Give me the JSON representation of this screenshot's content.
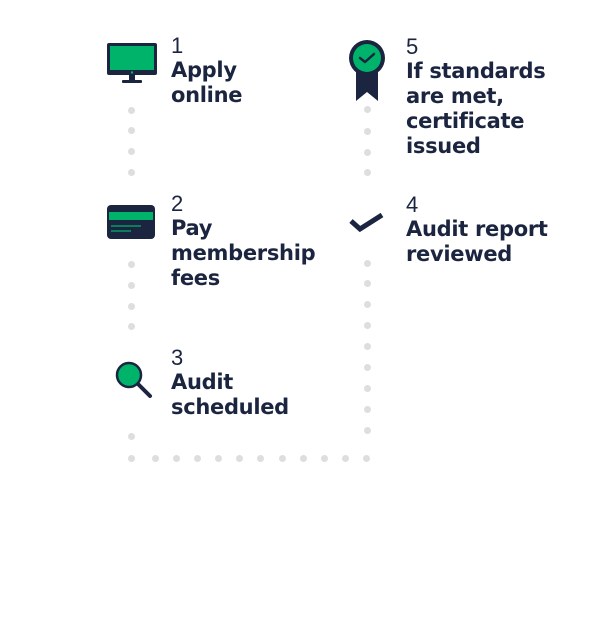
{
  "colors": {
    "navy": "#1b2540",
    "green": "#00b36b",
    "dots": "#dedede"
  },
  "steps": [
    {
      "number": "1",
      "label": "Apply\nonline",
      "icon": "monitor-icon"
    },
    {
      "number": "2",
      "label": "Pay\nmembership\nfees",
      "icon": "credit-card-icon"
    },
    {
      "number": "3",
      "label": "Audit\nscheduled",
      "icon": "magnifier-icon"
    },
    {
      "number": "4",
      "label": "Audit report\nreviewed",
      "icon": "checkmark-icon"
    },
    {
      "number": "5",
      "label": "If standards\nare met,\ncertificate\nissued",
      "icon": "award-badge-icon"
    }
  ]
}
